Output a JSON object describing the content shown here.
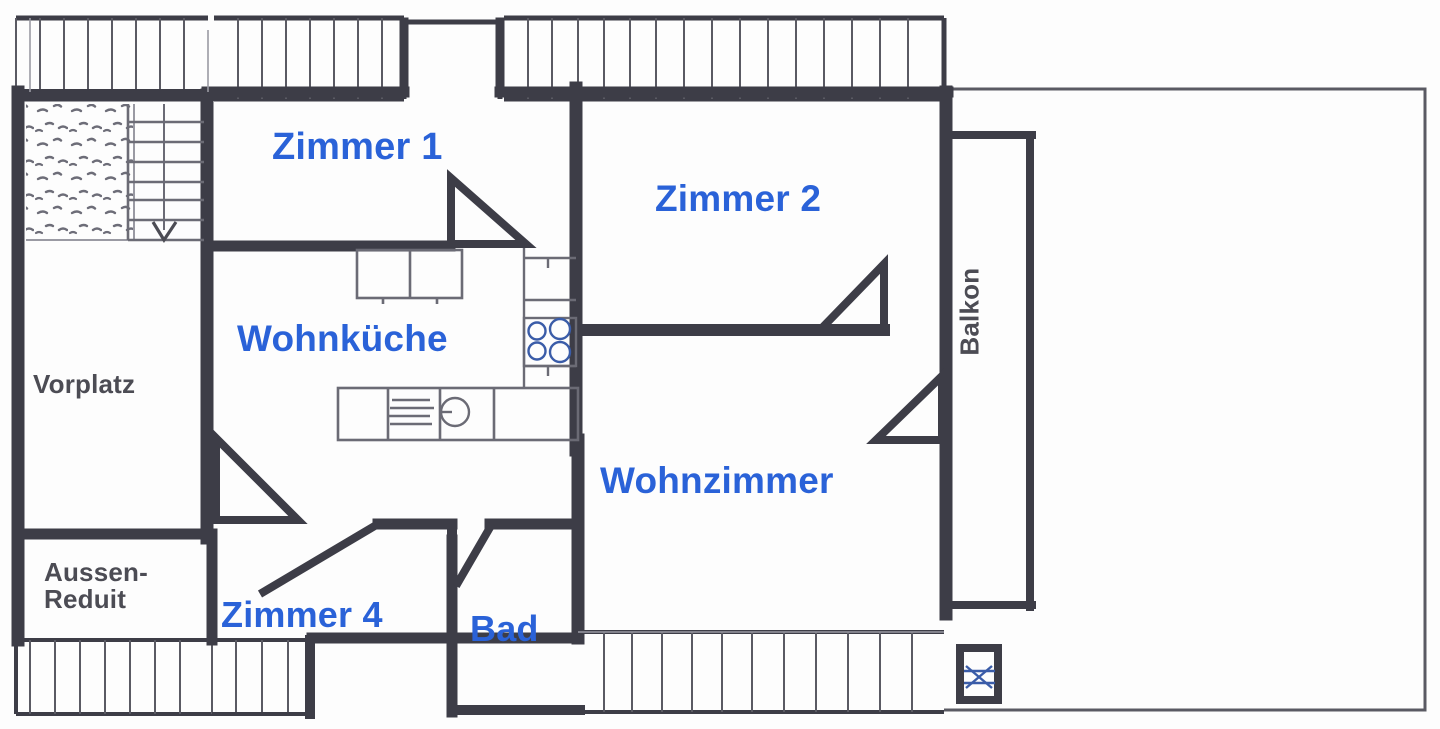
{
  "diagram": {
    "kind": "architectural-floor-plan",
    "title_text_visible": false,
    "colors": {
      "room_label_primary": "#2a62d8",
      "room_label_secondary": "#4c4c54",
      "wall_thick": "#3d3d47",
      "wall_thin": "#5a5a63",
      "fixture_line": "#6b6b75",
      "background": "#fdfdfd"
    }
  },
  "rooms": [
    {
      "id": "zimmer-1",
      "label": "Zimmer 1",
      "style": "blue"
    },
    {
      "id": "wohnkueche",
      "label": "Wohnküche",
      "style": "blue"
    },
    {
      "id": "zimmer-2",
      "label": "Zimmer 2",
      "style": "blue"
    },
    {
      "id": "wohnzimmer",
      "label": "Wohnzimmer",
      "style": "blue"
    },
    {
      "id": "zimmer-4",
      "label": "Zimmer 4",
      "style": "blue"
    },
    {
      "id": "bad",
      "label": "Bad",
      "style": "blue"
    },
    {
      "id": "vorplatz",
      "label": "Vorplatz",
      "style": "grey"
    },
    {
      "id": "aussen-reduit",
      "label_line1": "Aussen-",
      "label_line2": "Reduit",
      "label": "Aussen-Reduit",
      "style": "grey"
    },
    {
      "id": "balkon",
      "label": "Balkon",
      "style": "grey",
      "rotated": true
    }
  ],
  "symbols": [
    {
      "id": "stair-run",
      "name": "staircase-with-down-arrow",
      "description": "stair treads with downward direction arrow"
    },
    {
      "id": "stipple-area",
      "name": "stippled-surface",
      "description": "speckled hatch area left of stairs"
    },
    {
      "id": "kitchen-stove",
      "name": "stove-four-burners",
      "description": "cooktop with four circular burners"
    },
    {
      "id": "kitchen-sink",
      "name": "sink-with-drainboard",
      "description": "sink basin with grooved drainboard"
    },
    {
      "id": "kitchen-counter",
      "name": "counter-run",
      "description": "kitchen worktop modules"
    },
    {
      "id": "shaft-square",
      "name": "vertical-shaft-symbol",
      "description": "small square with crossed diagonal at lower right of balcony"
    },
    {
      "id": "door-swings",
      "name": "door-swing-arc",
      "count": 6
    },
    {
      "id": "railing-top",
      "name": "railing-hatch-band-top",
      "description": "segmented railing / eaves band across top"
    },
    {
      "id": "railing-bottom",
      "name": "railing-hatch-band-bottom",
      "description": "segmented railing / eaves band across bottom"
    }
  ],
  "accessibility": {
    "alt": "Hand-drawn apartment floor plan with rooms labelled Zimmer 1, Zimmer 2, Zimmer 4, Wohnküche, Wohnzimmer, Bad, Vorplatz, Aussen-Reduit and Balkon."
  }
}
